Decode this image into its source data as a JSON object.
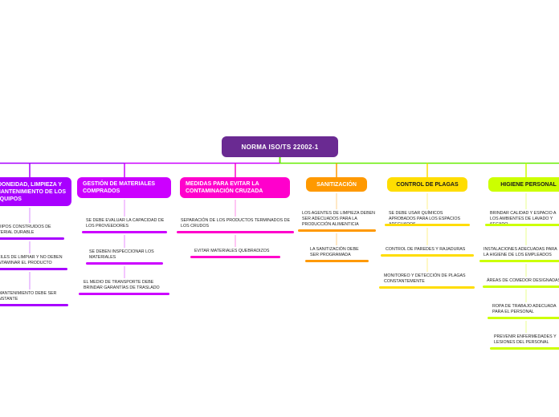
{
  "root": {
    "label": "NORMA ISO/TS 22002-1"
  },
  "colors": {
    "idoneidad": "#a800ff",
    "gestion": "#cc00ff",
    "medidas": "#ff00cc",
    "sanitizacion": "#ff9900",
    "plagas": "#ffdd00",
    "higiene": "#ccff00",
    "trunk": "#66ee00"
  },
  "branches": [
    {
      "label": "IDONEIDAD, LIMPIEZA Y MANTENIMIENTO DE LOS EQUIPOS",
      "children": [
        "EQUIPOS CONSTRUIDOS DE MATERIAL DURABLE",
        "FÁCILES DE LIMPIAR Y NO DEBEN CONTAMINAR EL PRODUCTO",
        "EL MANTENIMIENTO DEBE SER CONSTANTE"
      ]
    },
    {
      "label": "GESTIÓN DE MATERIALES COMPRADOS",
      "children": [
        "SE DEBE EVALUAR LA CAPACIDAD DE LOS PROVEEDORES",
        "SE DEBEN INSPECCIONAR LOS MATERIALES",
        "EL MEDIO DE TRANSPORTE DEBE BRINDAR GARANTÍAS DE TRASLADO"
      ]
    },
    {
      "label": "MEDIDAS PARA EVITAR LA CONTAMINACIÓN CRUZADA",
      "children": [
        "SEPARACIÓN DE LOS PRODUCTOS TERMINADOS DE LOS CRUDOS",
        "EVITAR MATERIALES QUEBRADIZOS"
      ]
    },
    {
      "label": "SANITIZACIÓN",
      "children": [
        "LOS AGENTES DE LIMPIEZA DEBEN SER ADECUADOS PARA LA PRODUCCIÓN ALIMENTICIA",
        "LA SANITIZACIÓN DEBE SER PROGRAMADA"
      ]
    },
    {
      "label": "CONTROL DE PLAGAS",
      "children": [
        "SE DEBE USAR QUÍMICOS APROBADOS PARA LOS ESPACIOS ADECUADOS",
        "CONTROL DE PAREDES Y RAJADURAS",
        "MONITOREO Y DETECCIÓN DE PLAGAS CONSTANTEMENTE"
      ]
    },
    {
      "label": "HIGIENE PERSONAL",
      "children": [
        "BRINDAR CALIDAD Y ESPACIO A LOS AMBIENTES DE LAVADO Y SECADO",
        "INSTALACIONES ADECUADAS PARA LA HIGIENE DE LOS EMPLEADOS",
        "ÁREAS DE COMEDOR DESIGNADAS",
        "ROPA DE TRABAJO ADECUADA PARA EL PERSONAL",
        "PREVENIR ENFERMEDADES Y LESIONES DEL PERSONAL"
      ]
    }
  ]
}
